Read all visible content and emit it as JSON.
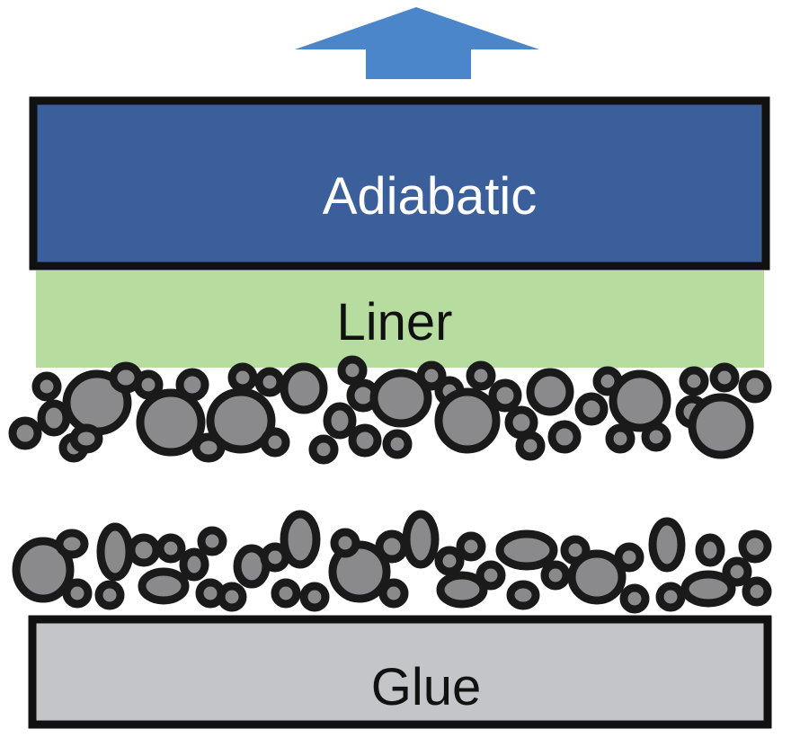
{
  "diagram": {
    "layers": {
      "adiabatic": {
        "label": "Adiabatic",
        "fill": "#3a5f9a",
        "text_color": "#ffffff"
      },
      "liner": {
        "label": "Liner",
        "fill": "#b6dca0",
        "text_color": "#111111"
      },
      "glue": {
        "label": "Glue",
        "fill": "#c4c5c9",
        "text_color": "#111111"
      }
    },
    "arrow": {
      "fill": "#4a86c9",
      "direction": "up"
    },
    "particles": {
      "fill": "#8a8a8c",
      "stroke": "#1a1a1a"
    },
    "outline_color": "#111111"
  }
}
